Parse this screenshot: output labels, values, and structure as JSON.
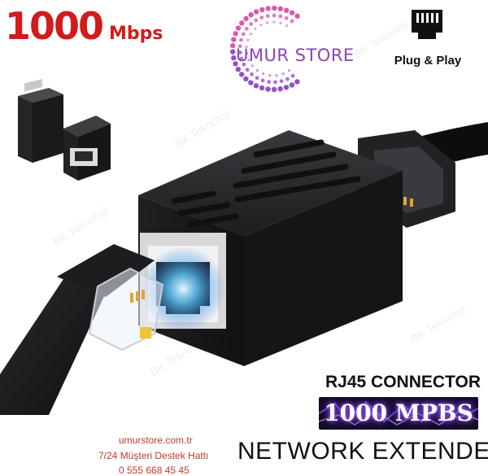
{
  "header": {
    "speed_number": "1000",
    "speed_unit": "Mbps",
    "logo_text": "UMUR STORE",
    "plug_label": "Plug & Play",
    "plug_icon": "rj45-port-icon"
  },
  "watermark": "BK Teknoloji",
  "product": {
    "title": "RJ45 CONNECTOR",
    "speed_banner": "1000 MPBS",
    "subtitle": "NETWORK EXTENDER"
  },
  "contact": {
    "website": "umurstore.com.tr",
    "support_line": "7/24 Müşteri Destek Hattı",
    "phone": "0 555 668 45 45"
  },
  "colors": {
    "speed_red": "#d21b1b",
    "logo_purple": "#8a45b5",
    "contact_red": "#c0392b",
    "banner_bg": "#120a24",
    "body_black": "#1b1b1d"
  }
}
